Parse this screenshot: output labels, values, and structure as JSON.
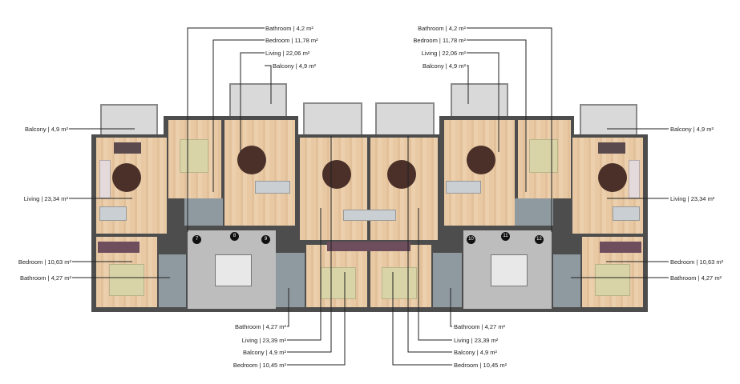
{
  "plan": {
    "type": "residential floor plan",
    "units": "m²",
    "top_left_labels": [
      {
        "room": "Bathroom",
        "area": "4,2 m²",
        "text": "Bathroom | 4,2 m²"
      },
      {
        "room": "Bedroom",
        "area": "11,78 m²",
        "text": "Bedroom | 11,78 m²"
      },
      {
        "room": "Living",
        "area": "22,06 m²",
        "text": "Living | 22,06 m²"
      },
      {
        "room": "Balcony",
        "area": "4,9 m²",
        "text": "Balcony | 4,9 m²"
      }
    ],
    "top_right_labels": [
      {
        "room": "Bathroom",
        "area": "4,2 m²",
        "text": "Bathroom | 4,2 m²"
      },
      {
        "room": "Bedroom",
        "area": "11,78 m²",
        "text": "Bedroom | 11,78 m²"
      },
      {
        "room": "Living",
        "area": "22,06 m²",
        "text": "Living | 22,06 m²"
      },
      {
        "room": "Balcony",
        "area": "4,9 m²",
        "text": "Balcony | 4,9 m²"
      }
    ],
    "left_labels": [
      {
        "room": "Balcony",
        "area": "4,9 m²",
        "text": "Balcony | 4,9 m²"
      },
      {
        "room": "Living",
        "area": "23,34 m²",
        "text": "Living | 23,34 m²"
      },
      {
        "room": "Bedroom",
        "area": "10,63 m²",
        "text": "Bedroom | 10,63 m²"
      },
      {
        "room": "Bathroom",
        "area": "4,27 m²",
        "text": "Bathroom | 4,27 m²"
      }
    ],
    "right_labels": [
      {
        "room": "Balcony",
        "area": "4,9 m²",
        "text": "Balcony | 4,9 m²"
      },
      {
        "room": "Living",
        "area": "23,34 m²",
        "text": "Living | 23,34 m²"
      },
      {
        "room": "Bedroom",
        "area": "10,63 m²",
        "text": "Bedroom | 10,63 m²"
      },
      {
        "room": "Bathroom",
        "area": "4,27 m²",
        "text": "Bathroom | 4,27 m²"
      }
    ],
    "bottom_left_labels": [
      {
        "room": "Bathroom",
        "area": "4,27 m²",
        "text": "Bathroom | 4,27 m²"
      },
      {
        "room": "Living",
        "area": "23,39 m²",
        "text": "Living | 23,39 m²"
      },
      {
        "room": "Balcony",
        "area": "4,9 m²",
        "text": "Balcony | 4,9 m²"
      },
      {
        "room": "Bedroom",
        "area": "10,45 m²",
        "text": "Bedroom | 10,45 m²"
      }
    ],
    "bottom_right_labels": [
      {
        "room": "Bathroom",
        "area": "4,27 m²",
        "text": "Bathroom | 4,27 m²"
      },
      {
        "room": "Living",
        "area": "23,39 m²",
        "text": "Living | 23,39 m²"
      },
      {
        "room": "Balcony",
        "area": "4,9 m²",
        "text": "Balcony | 4,9 m²"
      },
      {
        "room": "Bedroom",
        "area": "10,45 m²",
        "text": "Bedroom | 10,45 m²"
      }
    ],
    "stair_cores": [
      {
        "unit_numbers": [
          "7",
          "8",
          "9"
        ]
      },
      {
        "unit_numbers": [
          "10",
          "11",
          "12"
        ]
      }
    ]
  }
}
